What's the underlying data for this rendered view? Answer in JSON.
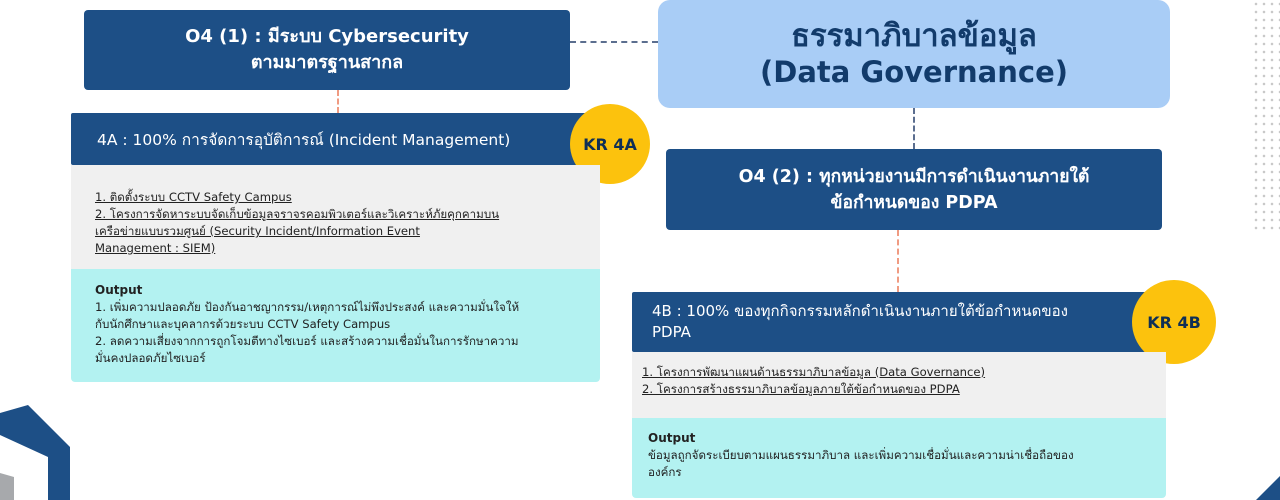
{
  "main": {
    "title_line1": "ธรรมาภิบาลข้อมูล",
    "title_line2": "(Data Governance)"
  },
  "o4_1": {
    "line1": "O4 (1) : มีระบบ Cybersecurity",
    "line2": "ตามมาตรฐานสากล"
  },
  "o4_2": {
    "line1": "O4 (2) : ทุกหน่วยงานมีการดำเนินงานภายใต้",
    "line2": "ข้อกำหนดของ PDPA"
  },
  "kr4a": {
    "badge": "KR 4A",
    "bar_text": "4A : 100% การจัดการอุบัติการณ์ (Incident Management)",
    "projects": [
      "1. ติดตั้งระบบ CCTV Safety Campus",
      "2. โครงการจัดหาระบบจัดเก็บข้อมูลจราจรคอมพิวเตอร์และวิเคราะห์ภัยคุกคามบน",
      "เครือข่ายแบบรวมศูนย์ (Security Incident/Information Event",
      "Management : SIEM)"
    ],
    "output_title": "Output",
    "output_lines": [
      "1. เพิ่มความปลอดภัย ป้องกันอาชญากรรม/เหตุการณ์ไม่พึงประสงค์ และความมั่นใจให้",
      "กับนักศึกษาและบุคลากรด้วยระบบ CCTV Safety Campus",
      "2. ลดความเสี่ยงจากการถูกโจมตีทางไซเบอร์ และสร้างความเชื่อมั่นในการรักษาความ",
      "มั่นคงปลอดภัยไซเบอร์"
    ]
  },
  "kr4b": {
    "badge": "KR 4B",
    "bar_line1": "4B : 100% ของทุกกิจกรรมหลักดำเนินงานภายใต้ข้อกำหนดของ",
    "bar_line2": "PDPA",
    "projects": [
      "1. โครงการพัฒนาแผนด้านธรรมาภิบาลข้อมูล (Data Governance)",
      "2. โครงการสร้างธรรมาภิบาลข้อมูลภายใต้ข้อกำหนดของ PDPA"
    ],
    "output_title": "Output",
    "output_lines": [
      "ข้อมูลถูกจัดระเบียบตามแผนธรรมาภิบาล และเพิ่มความเชื่อมั่นและความน่าเชื่อถือของ",
      "องค์กร"
    ]
  },
  "colors": {
    "dark_blue": "#1d4f86",
    "light_blue": "#a9cdf6",
    "yellow": "#fcc20d",
    "cyan": "#b3f2f1",
    "gray": "#f0f0f0"
  }
}
